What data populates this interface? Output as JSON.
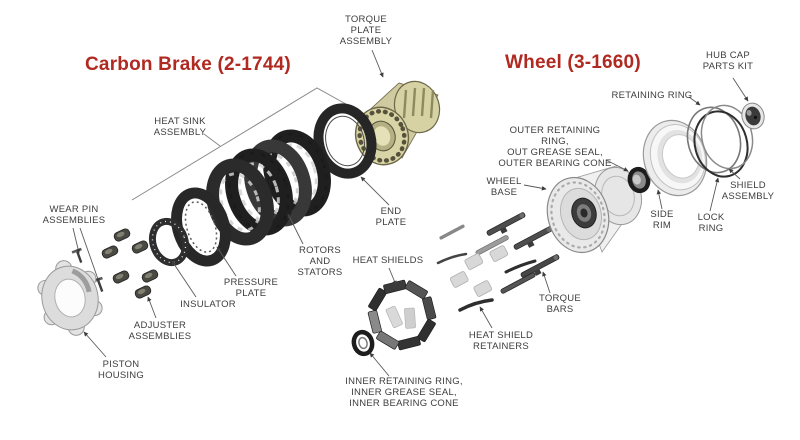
{
  "diagram": {
    "type": "exploded-parts-diagram",
    "background_color": "#ffffff",
    "title_color": "#b02a22",
    "label_color": "#3d3d3d",
    "line_color": "#5a5a5a",
    "torque_plate_gold": "#d6d2a4"
  },
  "sections": {
    "carbon_brake": {
      "title": "Carbon Brake (2-1744)"
    },
    "wheel": {
      "title": "Wheel (3-1660)"
    }
  },
  "carbon_brake_labels": {
    "torque_plate_assembly": "TORQUE\nPLATE\nASSEMBLY",
    "heat_sink_assembly": "HEAT SINK\nASSEMBLY",
    "wear_pin_assemblies": "WEAR PIN\nASSEMBLIES",
    "piston_housing": "PISTON\nHOUSING",
    "adjuster_assemblies": "ADJUSTER\nASSEMBLIES",
    "insulator": "INSULATOR",
    "pressure_plate": "PRESSURE\nPLATE",
    "rotors_and_stators": "ROTORS\nAND\nSTATORS",
    "end_plate": "END\nPLATE"
  },
  "wheel_labels": {
    "hub_cap_parts_kit": "HUB CAP\nPARTS KIT",
    "retaining_ring": "RETAINING RING",
    "outer_bearing_group": "OUTER RETAINING RING,\nOUT GREASE SEAL,\nOUTER BEARING CONE",
    "wheel_base": "WHEEL\nBASE",
    "side_rim": "SIDE\nRIM",
    "lock_ring": "LOCK\nRING",
    "shield_assembly": "SHIELD\nASSEMBLY",
    "heat_shields": "HEAT SHIELDS",
    "heat_shield_retainers": "HEAT SHIELD\nRETAINERS",
    "torque_bars": "TORQUE\nBARS",
    "inner_bearing_group": "INNER RETAINING RING,\nINNER GREASE SEAL,\nINNER BEARING CONE"
  }
}
